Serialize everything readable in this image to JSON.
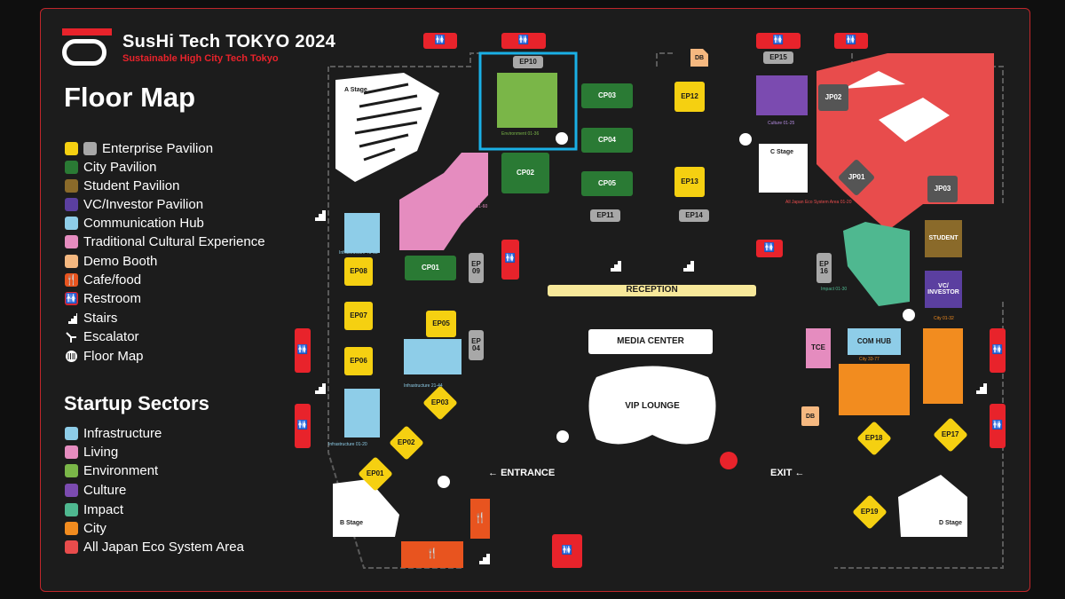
{
  "brand": {
    "title": "SusHi Tech TOKYO 2024",
    "subtitle": "Sustainable High City Tech Tokyo"
  },
  "heading": "Floor Map",
  "facility_legend": [
    {
      "label": "Enterprise Pavilion",
      "color": "#f5d011",
      "color2": "#a8a8a8"
    },
    {
      "label": "City Pavilion",
      "color": "#2a7a34"
    },
    {
      "label": "Student Pavilion",
      "color": "#8a6a2a"
    },
    {
      "label": "VC/Investor Pavilion",
      "color": "#5b3fa0"
    },
    {
      "label": "Communication Hub",
      "color": "#8ecde8"
    },
    {
      "label": "Traditional Cultural Experience",
      "color": "#e58cbf"
    },
    {
      "label": "Demo Booth",
      "color": "#f5b880"
    },
    {
      "label": "Cafe/food",
      "icon": "cafe-icon",
      "color": "#e8541f"
    },
    {
      "label": "Restroom",
      "icon": "restroom-icon",
      "color": "#e8232b"
    },
    {
      "label": "Stairs",
      "icon": "stairs-icon"
    },
    {
      "label": "Escalator",
      "icon": "escalator-icon"
    },
    {
      "label": "Floor Map",
      "icon": "floor-map-icon"
    }
  ],
  "sectors_heading": "Startup Sectors",
  "sector_legend": [
    {
      "label": "Infrastructure",
      "color": "#8ecde8"
    },
    {
      "label": "Living",
      "color": "#e58cbf"
    },
    {
      "label": "Environment",
      "color": "#7ab648"
    },
    {
      "label": "Culture",
      "color": "#7b4bb0"
    },
    {
      "label": "Impact",
      "color": "#4fb890"
    },
    {
      "label": "City",
      "color": "#f28c1f"
    },
    {
      "label": "All Japan Eco System Area",
      "color": "#e84c4c"
    }
  ],
  "map": {
    "stages": [
      "A Stage",
      "B Stage",
      "C Stage",
      "D Stage"
    ],
    "enterprise": [
      "EP10",
      "EP15",
      "EP12",
      "EP13",
      "EP11",
      "EP14",
      "EP08",
      "EP07",
      "EP06",
      "EP05",
      "EP 04",
      "EP 09",
      "EP 16",
      "EP03",
      "EP02",
      "EP01",
      "EP18",
      "EP17",
      "EP19"
    ],
    "city": [
      "CP03",
      "CP04",
      "CP05",
      "CP02",
      "CP01"
    ],
    "japan": [
      "JP02",
      "JP01",
      "JP03"
    ],
    "other": {
      "db1": "DB",
      "db2": "DB",
      "student": "STUDENT",
      "vc": "VC/ INVESTOR",
      "tce": "TCE",
      "comhub": "COM HUB"
    },
    "areas": {
      "reception": "RECEPTION",
      "media": "MEDIA CENTER",
      "vip": "VIP LOUNGE",
      "entrance": "ENTRANCE",
      "exit": "EXIT"
    },
    "zone_labels": {
      "environment": "Environment 01-36",
      "culture": "Culture 01-25",
      "living": "Living 01-60",
      "infra1": "Infrastructure 45-58",
      "infra2": "Infrastructure 21-44",
      "infra3": "Infrastructure 01-20",
      "impact": "Impact 01-30",
      "japan": "All Japan Eco System Area 01-20",
      "city1": "City 01-32",
      "city2": "City 33-77"
    }
  }
}
